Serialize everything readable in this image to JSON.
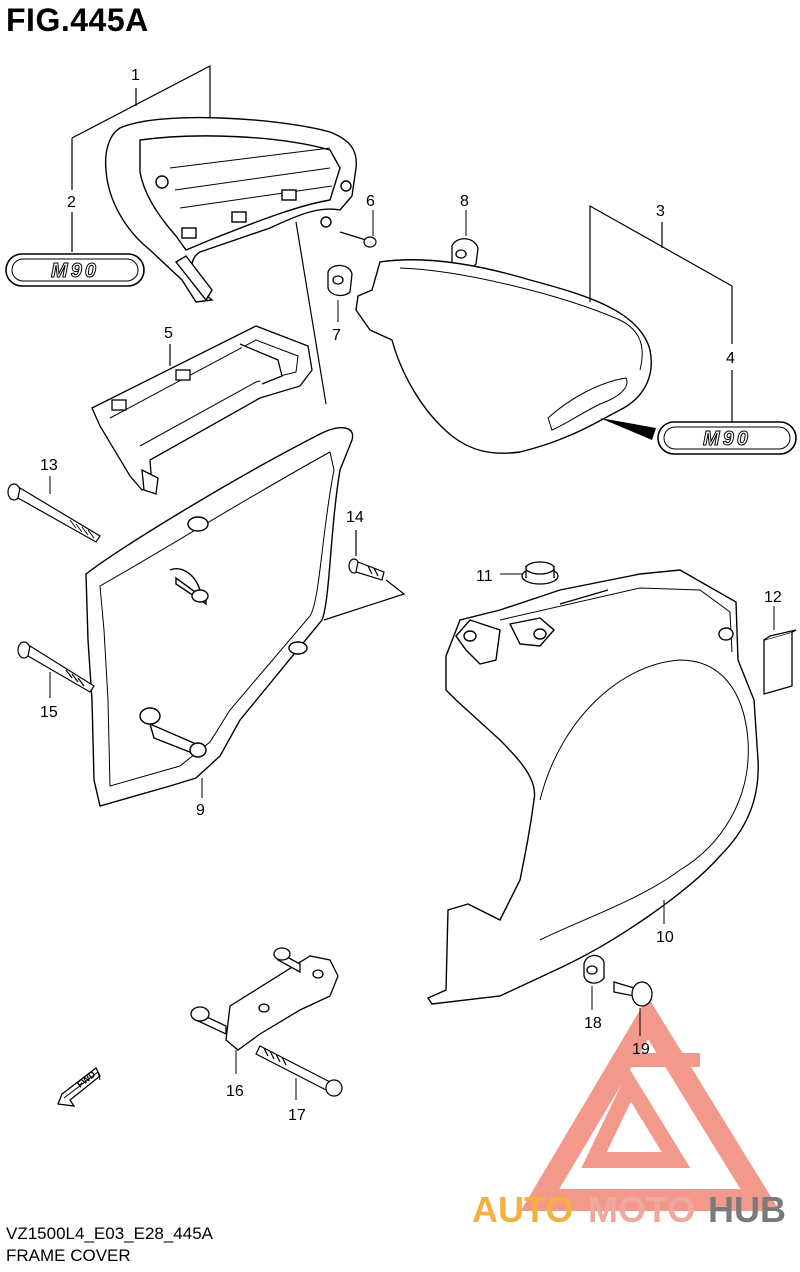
{
  "figure": {
    "title": "FIG.445A",
    "model_code": "VZ1500L4_E03_E28_445A",
    "caption": "FRAME COVER"
  },
  "emblems": {
    "left_badge_text": "M90",
    "right_badge_text": "M90"
  },
  "fwd_arrow_text": "FWD",
  "watermark": {
    "word_part1": "AUTO",
    "word_part2": "MOTO",
    "word_part3": "HUB",
    "color_part1": "#f5b041",
    "color_part2": "#f0a89e",
    "color_part3": "#7a7a7a",
    "logo_color": "#f08878"
  },
  "callouts": {
    "c1": "1",
    "c2": "2",
    "c3": "3",
    "c4": "4",
    "c5": "5",
    "c6": "6",
    "c7": "7",
    "c8": "8",
    "c9": "9",
    "c10": "10",
    "c11": "11",
    "c12": "12",
    "c13": "13",
    "c14": "14",
    "c15": "15",
    "c16": "16",
    "c17": "17",
    "c18": "18",
    "c19": "19"
  }
}
